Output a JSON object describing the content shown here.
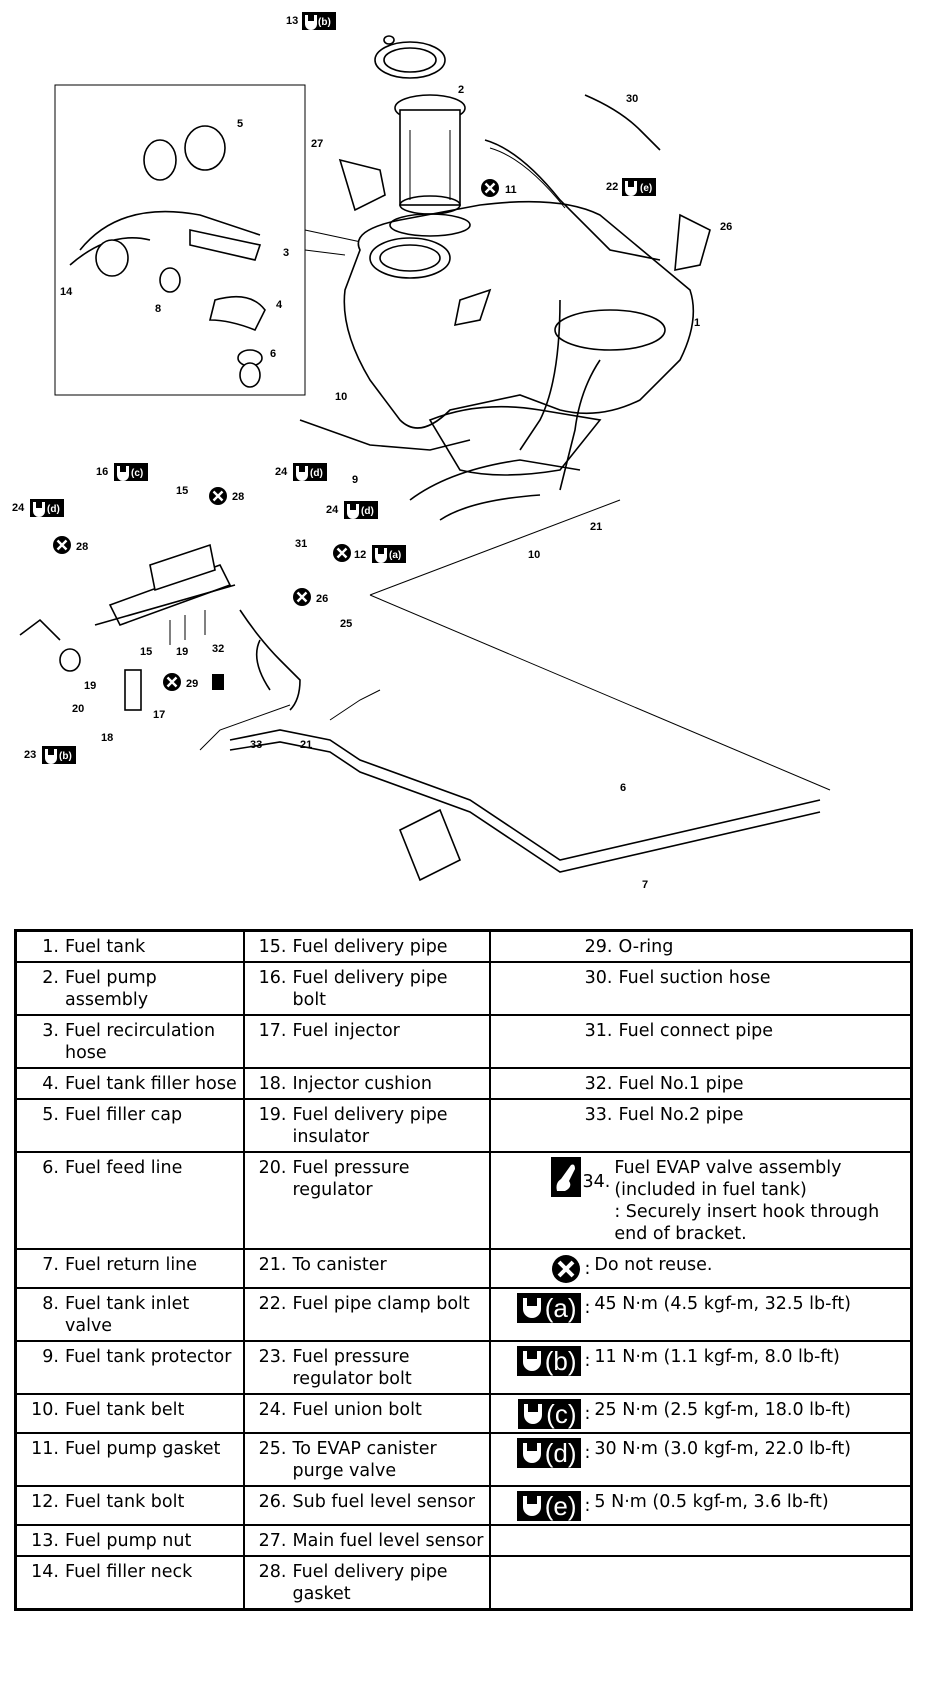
{
  "diagram": {
    "callouts": [
      {
        "id": "13",
        "text": "13",
        "spec": "b"
      },
      {
        "id": "2",
        "text": "2"
      },
      {
        "id": "30",
        "text": "30"
      },
      {
        "id": "5",
        "text": "5"
      },
      {
        "id": "27",
        "text": "27"
      },
      {
        "id": "11",
        "text": "11"
      },
      {
        "id": "22",
        "text": "22",
        "spec": "e"
      },
      {
        "id": "26a",
        "text": "26"
      },
      {
        "id": "3",
        "text": "3"
      },
      {
        "id": "14",
        "text": "14"
      },
      {
        "id": "8",
        "text": "8"
      },
      {
        "id": "4",
        "text": "4"
      },
      {
        "id": "6a",
        "text": "6"
      },
      {
        "id": "1",
        "text": "1"
      },
      {
        "id": "10a",
        "text": "10"
      },
      {
        "id": "9",
        "text": "9"
      },
      {
        "id": "16",
        "text": "16",
        "spec": "c"
      },
      {
        "id": "15a",
        "text": "15"
      },
      {
        "id": "28a",
        "text": "28"
      },
      {
        "id": "24a",
        "text": "24",
        "spec": "d"
      },
      {
        "id": "24b",
        "text": "24",
        "spec": "d"
      },
      {
        "id": "24c",
        "text": "24",
        "spec": "d"
      },
      {
        "id": "28b",
        "text": "28"
      },
      {
        "id": "31",
        "text": "31"
      },
      {
        "id": "12",
        "text": "12",
        "spec": "a"
      },
      {
        "id": "21a",
        "text": "21"
      },
      {
        "id": "10b",
        "text": "10"
      },
      {
        "id": "26b",
        "text": "26"
      },
      {
        "id": "25",
        "text": "25"
      },
      {
        "id": "15b",
        "text": "15"
      },
      {
        "id": "19a",
        "text": "19"
      },
      {
        "id": "32",
        "text": "32"
      },
      {
        "id": "29",
        "text": "29"
      },
      {
        "id": "19b",
        "text": "19"
      },
      {
        "id": "20",
        "text": "20"
      },
      {
        "id": "17",
        "text": "17"
      },
      {
        "id": "18",
        "text": "18"
      },
      {
        "id": "23",
        "text": "23",
        "spec": "b"
      },
      {
        "id": "33",
        "text": "33"
      },
      {
        "id": "21b",
        "text": "21"
      },
      {
        "id": "6b",
        "text": "6"
      },
      {
        "id": "7",
        "text": "7"
      }
    ],
    "spec_letters": {
      "a": "(a)",
      "b": "(b)",
      "c": "(c)",
      "d": "(d)",
      "e": "(e)"
    }
  },
  "legend": {
    "rows": [
      [
        {
          "num": "1.",
          "text": "Fuel tank"
        },
        {
          "num": "15.",
          "text": "Fuel delivery pipe"
        },
        {
          "num": "29.",
          "text": "O-ring"
        }
      ],
      [
        {
          "num": "2.",
          "text": "Fuel pump assembly"
        },
        {
          "num": "16.",
          "text": "Fuel delivery pipe bolt"
        },
        {
          "num": "30.",
          "text": "Fuel suction hose"
        }
      ],
      [
        {
          "num": "3.",
          "text": "Fuel recirculation hose"
        },
        {
          "num": "17.",
          "text": "Fuel injector"
        },
        {
          "num": "31.",
          "text": "Fuel connect pipe"
        }
      ],
      [
        {
          "num": "4.",
          "text": "Fuel tank filler hose"
        },
        {
          "num": "18.",
          "text": "Injector cushion"
        },
        {
          "num": "32.",
          "text": "Fuel No.1 pipe"
        }
      ],
      [
        {
          "num": "5.",
          "text": "Fuel filler cap"
        },
        {
          "num": "19.",
          "text": "Fuel delivery pipe insulator"
        },
        {
          "num": "33.",
          "text": "Fuel No.2 pipe"
        }
      ],
      [
        {
          "num": "6.",
          "text": "Fuel feed line"
        },
        {
          "num": "20.",
          "text": "Fuel pressure regulator"
        },
        {
          "num": "34.",
          "text": "Fuel EVAP valve assembly (included in fuel tank)\n: Securely insert hook through end of bracket.",
          "icon": "note-hand-icon"
        }
      ],
      [
        {
          "num": "7.",
          "text": "Fuel return line"
        },
        {
          "num": "21.",
          "text": "To canister"
        },
        {
          "num": "",
          "text": "Do not reuse.",
          "icon": "do-not-reuse-icon"
        }
      ],
      [
        {
          "num": "8.",
          "text": "Fuel tank inlet valve"
        },
        {
          "num": "22.",
          "text": "Fuel pipe clamp bolt"
        },
        {
          "num": "",
          "text": "45 N·m (4.5 kgf-m, 32.5 lb-ft)",
          "icon": "torque-icon",
          "letter": "(a)"
        }
      ],
      [
        {
          "num": "9.",
          "text": "Fuel tank protector"
        },
        {
          "num": "23.",
          "text": "Fuel pressure regulator bolt"
        },
        {
          "num": "",
          "text": "11 N·m (1.1 kgf-m, 8.0 lb-ft)",
          "icon": "torque-icon",
          "letter": "(b)"
        }
      ],
      [
        {
          "num": "10.",
          "text": "Fuel tank belt"
        },
        {
          "num": "24.",
          "text": "Fuel union bolt"
        },
        {
          "num": "",
          "text": "25 N·m (2.5 kgf-m, 18.0 lb-ft)",
          "icon": "torque-icon",
          "letter": "(c)"
        }
      ],
      [
        {
          "num": "11.",
          "text": "Fuel pump gasket"
        },
        {
          "num": "25.",
          "text": "To EVAP canister purge valve"
        },
        {
          "num": "",
          "text": "30 N·m (3.0 kgf-m, 22.0 lb-ft)",
          "icon": "torque-icon",
          "letter": "(d)"
        }
      ],
      [
        {
          "num": "12.",
          "text": "Fuel tank bolt"
        },
        {
          "num": "26.",
          "text": "Sub fuel level sensor"
        },
        {
          "num": "",
          "text": "5 N·m (0.5 kgf-m, 3.6 lb-ft)",
          "icon": "torque-icon",
          "letter": "(e)"
        }
      ],
      [
        {
          "num": "13.",
          "text": "Fuel pump nut"
        },
        {
          "num": "27.",
          "text": "Main fuel level sensor"
        },
        {
          "num": "",
          "text": ""
        }
      ],
      [
        {
          "num": "14.",
          "text": "Fuel filler neck"
        },
        {
          "num": "28.",
          "text": "Fuel delivery pipe gasket"
        },
        {
          "num": "",
          "text": ""
        }
      ]
    ]
  }
}
